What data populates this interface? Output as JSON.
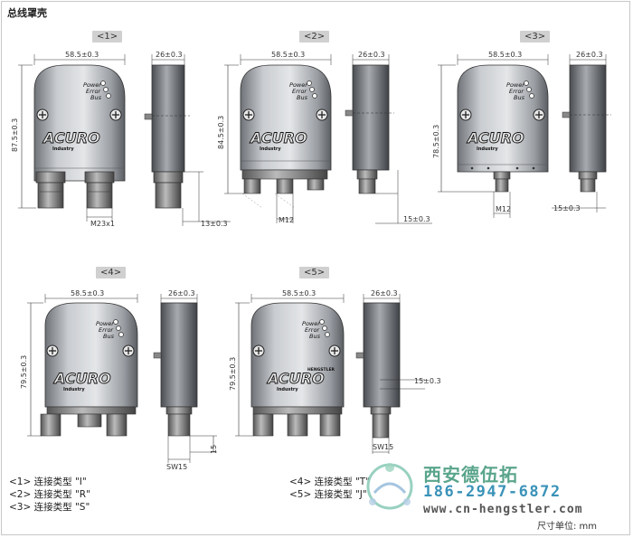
{
  "header": {
    "title": "总线罩壳"
  },
  "variants": [
    {
      "tag": "<1>",
      "width_dim": "58.5±0.3",
      "depth_dim": "26±0.3",
      "height_dim": "87.5±0.3",
      "bottom_dim": "M23x1",
      "side_bottom_dim": "13±0.3"
    },
    {
      "tag": "<2>",
      "width_dim": "58.5±0.3",
      "depth_dim": "26±0.3",
      "height_dim": "84.5±0.3",
      "bottom_dim": "M12",
      "side_bottom_dim": "15±0.3"
    },
    {
      "tag": "<3>",
      "width_dim": "58.5±0.3",
      "depth_dim": "26±0.3",
      "height_dim": "78.5±0.3",
      "bottom_dim": "M12",
      "side_bottom_dim": "15±0.3"
    },
    {
      "tag": "<4>",
      "width_dim": "58.5±0.3",
      "depth_dim": "26±0.3",
      "height_dim": "79.5±0.3",
      "side_right_dim": "15",
      "side_bottom_dim": "SW15"
    },
    {
      "tag": "<5>",
      "width_dim": "58.5±0.3",
      "depth_dim": "26±0.3",
      "height_dim": "79.5±0.3",
      "side_right_dim": "15±0.3",
      "side_bottom_dim": "SW15"
    }
  ],
  "labels": {
    "brand": "ACURO",
    "brand_sub": "Industry",
    "maker": "HENGSTLER",
    "led_power": "Power",
    "led_error": "Error",
    "led_bus": "Bus"
  },
  "legend": [
    "<1> 连接类型 \"I\"",
    "<2> 连接类型 \"R\"",
    "<3> 连接类型 \"S\"",
    "<4> 连接类型 \"T\"",
    "<5> 连接类型 \"J\""
  ],
  "watermark": {
    "name": "西安德伍拓",
    "phone": "186-2947-6872",
    "url": "www.cn-hengstler.com"
  },
  "unit": "尺寸单位: mm"
}
